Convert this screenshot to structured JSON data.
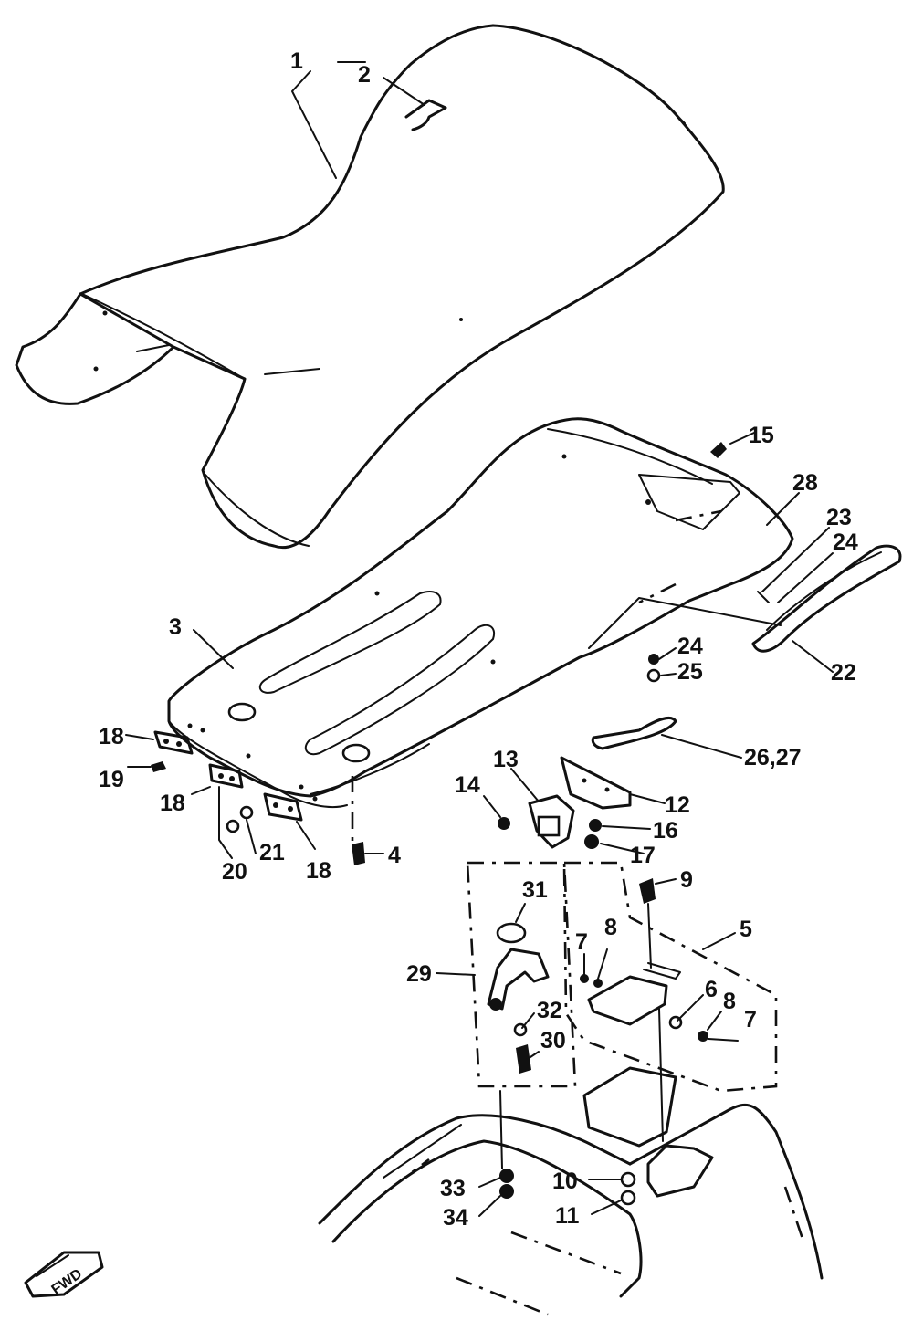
{
  "callouts": [
    {
      "id": "c1",
      "text": "1"
    },
    {
      "id": "c2",
      "text": "2"
    },
    {
      "id": "c3",
      "text": "3"
    },
    {
      "id": "c4",
      "text": "4"
    },
    {
      "id": "c5",
      "text": "5"
    },
    {
      "id": "c6",
      "text": "6"
    },
    {
      "id": "c7a",
      "text": "7"
    },
    {
      "id": "c7b",
      "text": "7"
    },
    {
      "id": "c8a",
      "text": "8"
    },
    {
      "id": "c8b",
      "text": "8"
    },
    {
      "id": "c9",
      "text": "9"
    },
    {
      "id": "c10",
      "text": "10"
    },
    {
      "id": "c11",
      "text": "11"
    },
    {
      "id": "c12",
      "text": "12"
    },
    {
      "id": "c13",
      "text": "13"
    },
    {
      "id": "c14",
      "text": "14"
    },
    {
      "id": "c15",
      "text": "15"
    },
    {
      "id": "c16",
      "text": "16"
    },
    {
      "id": "c17",
      "text": "17"
    },
    {
      "id": "c18a",
      "text": "18"
    },
    {
      "id": "c18b",
      "text": "18"
    },
    {
      "id": "c18c",
      "text": "18"
    },
    {
      "id": "c19",
      "text": "19"
    },
    {
      "id": "c20",
      "text": "20"
    },
    {
      "id": "c21",
      "text": "21"
    },
    {
      "id": "c22",
      "text": "22"
    },
    {
      "id": "c23",
      "text": "23"
    },
    {
      "id": "c24a",
      "text": "24"
    },
    {
      "id": "c24b",
      "text": "24"
    },
    {
      "id": "c25",
      "text": "25"
    },
    {
      "id": "c26",
      "text": "26,27"
    },
    {
      "id": "c28",
      "text": "28"
    },
    {
      "id": "c29",
      "text": "29"
    },
    {
      "id": "c30",
      "text": "30"
    },
    {
      "id": "c31",
      "text": "31"
    },
    {
      "id": "c32",
      "text": "32"
    },
    {
      "id": "c33",
      "text": "33"
    },
    {
      "id": "c34",
      "text": "34"
    }
  ],
  "fwd_badge": "FWD"
}
